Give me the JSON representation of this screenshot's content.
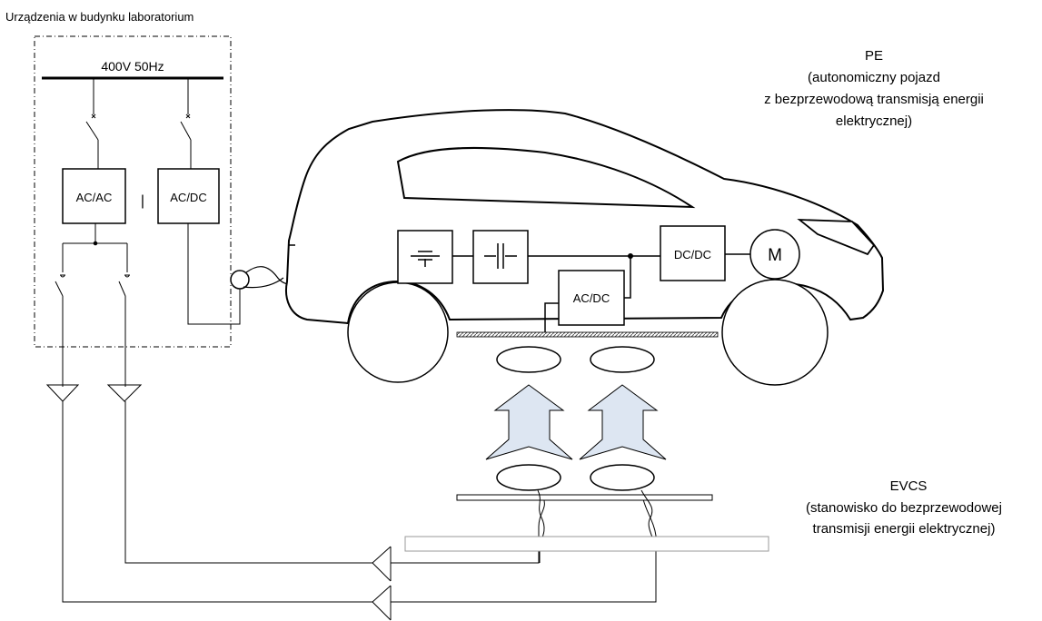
{
  "labels": {
    "building_title": "Urządzenia w budynku laboratorium",
    "busbar": "400V 50Hz",
    "acac": "AC/AC",
    "acdc_building": "AC/DC",
    "separator": "|",
    "dcdc": "DC/DC",
    "motor": "M",
    "acdc_vehicle": "AC/DC"
  },
  "pe": {
    "lines": [
      "PE",
      "(autonomiczny pojazd",
      "z bezprzewodową transmisją energii",
      "elektrycznej)"
    ]
  },
  "evcs": {
    "lines": [
      "EVCS",
      "(stanowisko do bezprzewodowej",
      "transmisji energii elektrycznej)"
    ]
  },
  "colors": {
    "line": "#000000",
    "arrow_fill": "#dde6f2",
    "strip_fill": "#bfbfbf"
  }
}
